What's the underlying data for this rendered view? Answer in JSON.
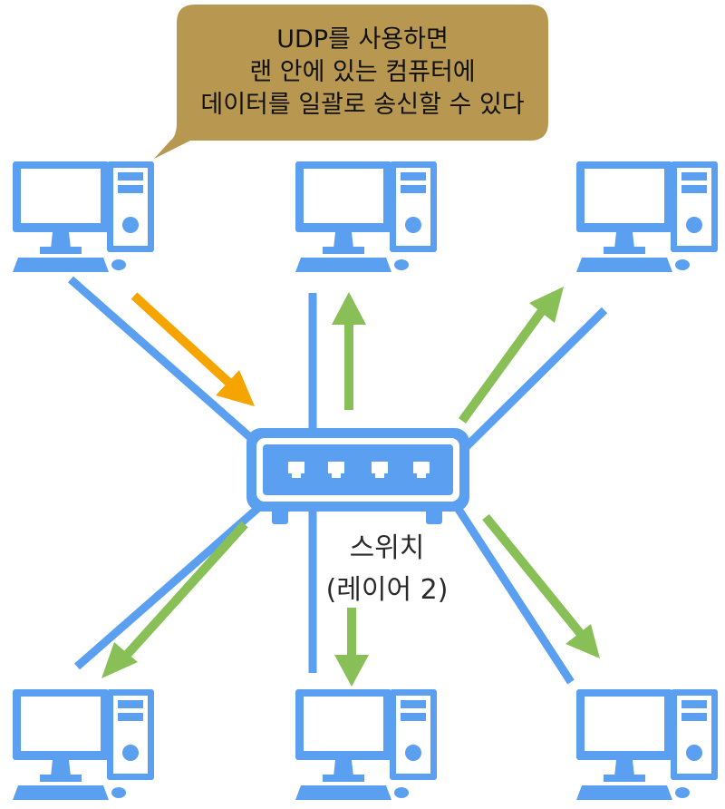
{
  "callout": {
    "lines": [
      "UDP를 사용하면",
      "랜 안에 있는 컴퓨터에",
      "데이터를 일괄로 송신할 수 있다"
    ],
    "fill_color": "#b89850"
  },
  "switch": {
    "label_line1": "스위치",
    "label_line2": "(레이어 2)",
    "port_count": 4,
    "color": "#5a9ff0"
  },
  "computers": {
    "count": 6,
    "color": "#5a9ff0",
    "screen_color": "#ffffff"
  },
  "arrows": {
    "sent_color": "#f5a400",
    "broadcast_color": "#88c057"
  },
  "cable_color": "#5a9ff0",
  "icons": [
    "computer-icon",
    "network-switch-icon",
    "ethernet-port-icon",
    "arrow-icon",
    "speech-bubble-icon"
  ]
}
